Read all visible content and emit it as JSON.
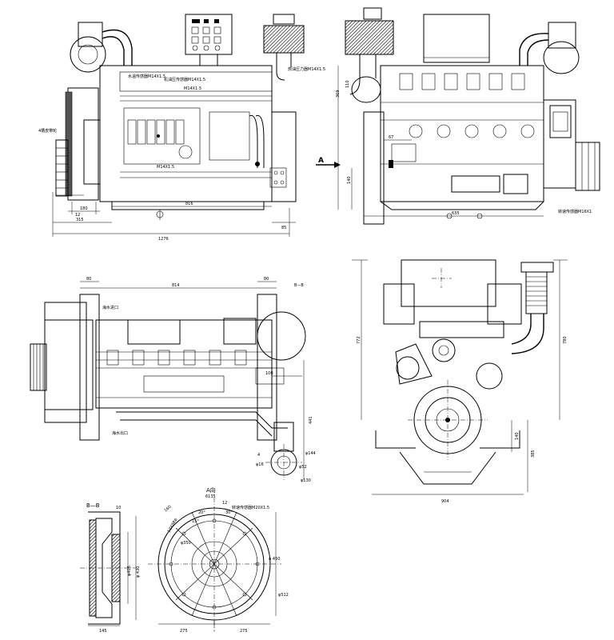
{
  "views": {
    "front": {
      "dims": {
        "overall": "1276",
        "left": "315",
        "mid": "816",
        "right": "85",
        "d180": "180",
        "d12": "12"
      },
      "labels": {
        "pulley": "4槽皮带轮",
        "sensor1": "水温传感器M14X1.5",
        "sensor2": "机油压传感器M14X1.5",
        "sensor3": "燃油压力器M14X1.5",
        "thread1": "M14X1.5",
        "thread2": "M14X1.5"
      }
    },
    "side": {
      "arrow": "A",
      "dims": {
        "height": "369",
        "d140": "140",
        "d67": "67",
        "d635": "635",
        "d110": "110"
      },
      "labels": {
        "sensor": "转速传感器M16X1"
      }
    },
    "top": {
      "dims": {
        "d814": "814",
        "d80a": "80",
        "d80b": "80",
        "d100": "100",
        "d441": "441",
        "d144": "φ144",
        "d52": "φ52",
        "d130": "φ130",
        "d4": "4",
        "d16": "φ16"
      },
      "labels": {
        "inlet": "海水进口",
        "outlet": "海水出口",
        "sectionB": "B—B"
      }
    },
    "rear": {
      "dims": {
        "height1": "772",
        "height2": "780",
        "d385": "385",
        "d140": "140",
        "d904": "904"
      }
    },
    "sectionBB": {
      "title": "B—B",
      "dims": {
        "d145": "145",
        "d408": "φ408",
        "d430": "φ 430",
        "d10": "10"
      }
    },
    "viewA": {
      "title": "A向",
      "subtitle": "6135",
      "dims": {
        "d275a": "275",
        "d275b": "275",
        "d350": "φ350",
        "d20": "20°",
        "d30": "30°",
        "d15": "15°",
        "d512": "φ512",
        "d450": "φ 450",
        "d160": "160",
        "d12": "12"
      },
      "labels": {
        "sensor": "转速传感器M20X1.5",
        "n12": "12X8R6"
      }
    }
  }
}
